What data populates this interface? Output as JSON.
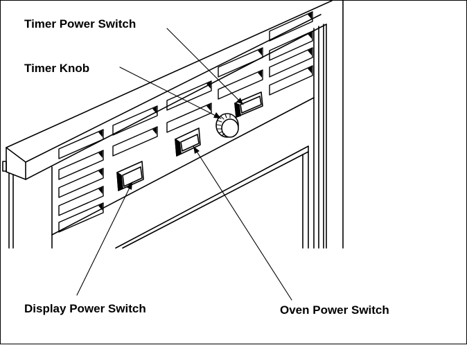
{
  "labels": {
    "timer_power_switch": "Timer Power Switch",
    "timer_knob": "Timer Knob",
    "display_power_switch": "Display Power Switch",
    "oven_power_switch": "Oven Power Switch"
  },
  "colors": {
    "line": "#000000",
    "background": "#ffffff"
  }
}
